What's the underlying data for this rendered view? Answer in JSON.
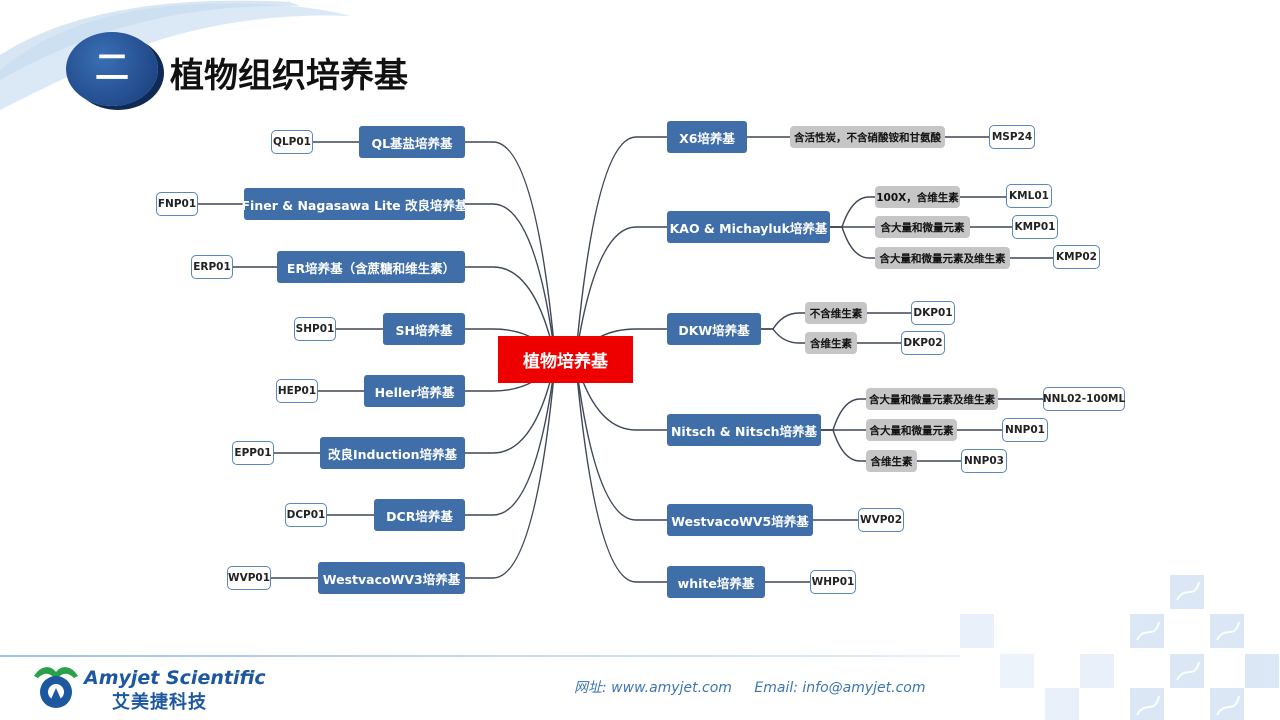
{
  "header": {
    "number": "二",
    "title": "植物组织培养基"
  },
  "mindmap": {
    "center": "植物培养基",
    "left": [
      {
        "label": "QL基盐培养基",
        "code": "QLP01"
      },
      {
        "label": "Finer & Nagasawa Lite 改良培养基",
        "code": "FNP01"
      },
      {
        "label": "ER培养基（含蔗糖和维生素）",
        "code": "ERP01"
      },
      {
        "label": "SH培养基",
        "code": "SHP01"
      },
      {
        "label": "Heller培养基",
        "code": "HEP01"
      },
      {
        "label": "改良Induction培养基",
        "code": "EPP01"
      },
      {
        "label": "DCR培养基",
        "code": "DCP01"
      },
      {
        "label": "WestvacoWV3培养基",
        "code": "WVP01"
      }
    ],
    "right": [
      {
        "label": "X6培养基",
        "subs": [
          {
            "label": "含活性炭，不含硝酸铵和甘氨酸",
            "code": "MSP24"
          }
        ]
      },
      {
        "label": "KAO & Michayluk培养基",
        "subs": [
          {
            "label": "100X，含维生素",
            "code": "KML01"
          },
          {
            "label": "含大量和微量元素",
            "code": "KMP01"
          },
          {
            "label": "含大量和微量元素及维生素",
            "code": "KMP02"
          }
        ]
      },
      {
        "label": "DKW培养基",
        "subs": [
          {
            "label": "不含维生素",
            "code": "DKP01"
          },
          {
            "label": "含维生素",
            "code": "DKP02"
          }
        ]
      },
      {
        "label": "Nitsch & Nitsch培养基",
        "subs": [
          {
            "label": "含大量和微量元素及维生素",
            "code": "NNL02-100ML"
          },
          {
            "label": "含大量和微量元素",
            "code": "NNP01"
          },
          {
            "label": "含维生素",
            "code": "NNP03"
          }
        ]
      },
      {
        "label": "WestvacoWV5培养基",
        "code": "WVP02"
      },
      {
        "label": "white培养基",
        "code": "WHP01"
      }
    ]
  },
  "footer": {
    "brand_en": "Amyjet Scientific",
    "brand_cn": "艾美捷科技",
    "website": "网址: www.amyjet.com",
    "email": "Email: info@amyjet.com"
  },
  "colors": {
    "center": "#ee0000",
    "node": "#3f6ea8",
    "pill": "#c6c6c6",
    "tag_border": "#5b86bf",
    "line": "#3d4757"
  }
}
